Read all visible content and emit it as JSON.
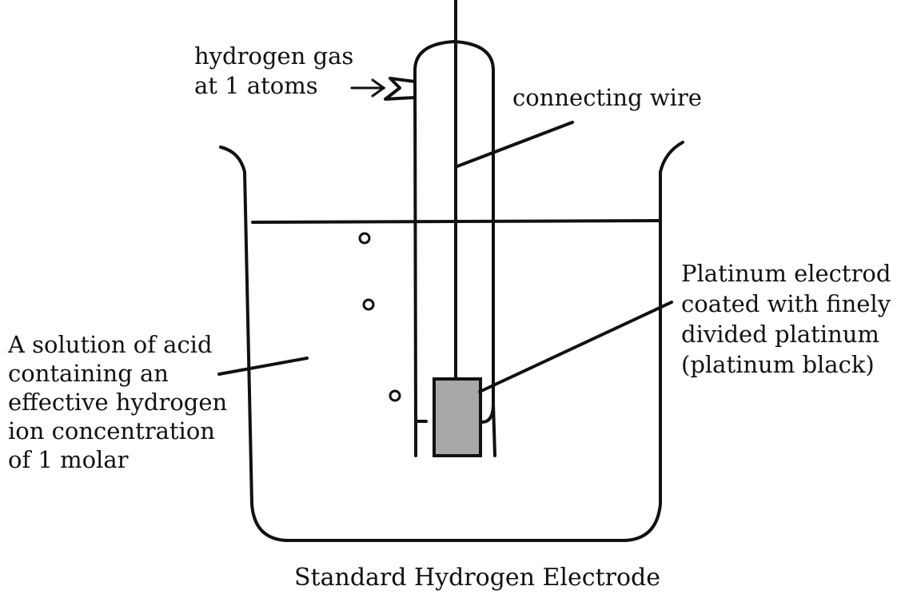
{
  "labels": {
    "hydrogen_gas": [
      "hydrogen gas",
      "at 1 atoms"
    ],
    "connecting_wire": "connecting wire",
    "platinum_electrode": [
      "Platinum electrod",
      "coated with finely",
      "divided platinum",
      "(platinum black)"
    ],
    "acid_solution": [
      "A solution of acid",
      "containing an",
      "effective hydrogen",
      "ion concentration",
      "of 1 molar"
    ]
  },
  "caption": "Standard Hydrogen Electrode",
  "colors": {
    "ink": "#111111",
    "electrode_fill": "#a8a8a8",
    "background": "#ffffff"
  }
}
